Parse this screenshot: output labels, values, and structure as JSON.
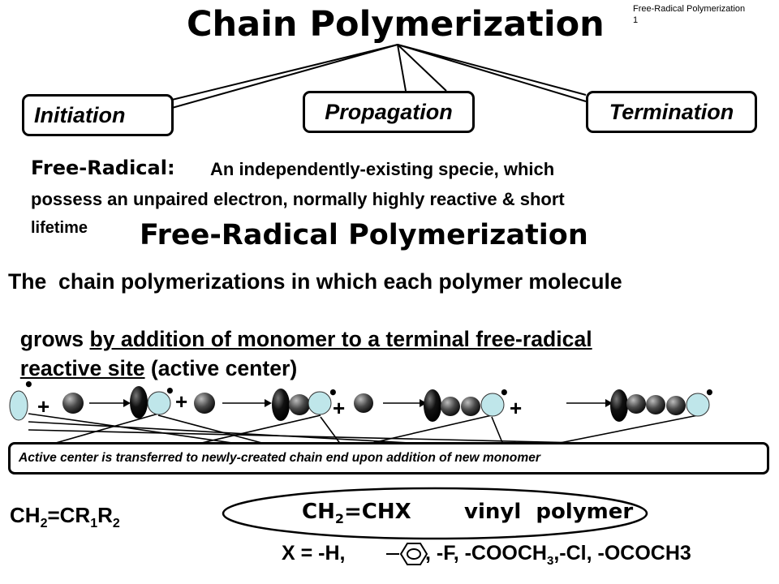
{
  "slide": {
    "title": "Chain Polymerization",
    "corner_note_line1": "Free-Radical  Polymerization",
    "corner_note_line2": "1",
    "steps": {
      "initiation": "Initiation",
      "propagation": "Propagation",
      "termination": "Termination"
    },
    "definition": {
      "term": "Free-Radical:",
      "line1": "An independently-existing specie, which",
      "line2": "possess an unpaired electron, normally highly reactive & short",
      "line3": "lifetime"
    },
    "subtitle": "Free-Radical  Polymerization",
    "description": {
      "l1": "The  chain polymerizations in which each polymer molecule",
      "l2_a": "grows ",
      "l2_b": "by addition of monomer to a terminal free-radical",
      "l3_a": "reactive site",
      "l3_b": " (active center)"
    },
    "diagram": {
      "plus": "+",
      "radical_dot": "•",
      "caption": "Active center is transferred  to newly-created chain end upon addition of new monomer"
    },
    "formulas": {
      "general": {
        "a": "CH",
        "s1": "2",
        "b": "=CR",
        "s2": "1",
        "c": "R",
        "s3": "2"
      },
      "vinyl": {
        "a": "CH",
        "s1": "2",
        "b": "=CHX",
        "label": "vinyl  polymer"
      },
      "x_line": {
        "a": "X = -H, ",
        "b": ", -F, -COOCH",
        "s1": "3",
        "c": ",-Cl, -OCOCH3"
      }
    }
  }
}
